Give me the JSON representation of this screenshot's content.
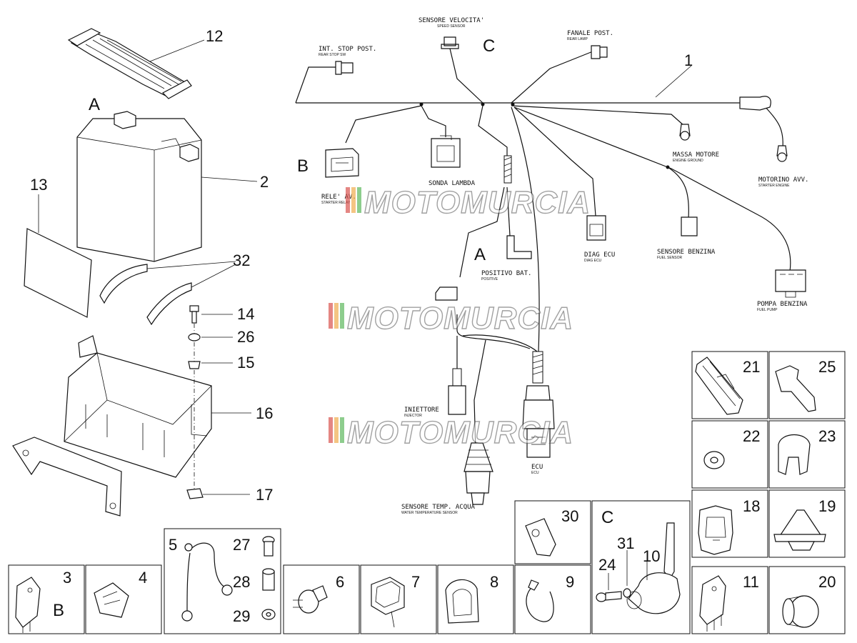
{
  "callouts": {
    "n1": "1",
    "n2": "2",
    "n3": "3",
    "n4": "4",
    "n5": "5",
    "n6": "6",
    "n7": "7",
    "n8": "8",
    "n9": "9",
    "n10": "10",
    "n11": "11",
    "n12": "12",
    "n13": "13",
    "n14": "14",
    "n15": "15",
    "n16": "16",
    "n17": "17",
    "n18": "18",
    "n19": "19",
    "n20": "20",
    "n21": "21",
    "n22": "22",
    "n23": "23",
    "n24": "24",
    "n25": "25",
    "n26": "26",
    "n27": "27",
    "n28": "28",
    "n29": "29",
    "n30": "30",
    "n31": "31",
    "n32": "32"
  },
  "letters": {
    "battery_a": "A",
    "relay_b": "B",
    "sensor_c": "C",
    "positive_a": "A",
    "box3_b": "B",
    "box10_c": "C"
  },
  "labels": {
    "speed_sensor": {
      "main": "SENSORE VELOCITA'",
      "sub": "SPEED SENSOR"
    },
    "rear_lamp": {
      "main": "FANALE POST.",
      "sub": "REAR LAMP"
    },
    "rear_stop": {
      "main": "INT. STOP POST.",
      "sub": "REAR STOP SW"
    },
    "engine_ground": {
      "main": "MASSA MOTORE",
      "sub": "ENGINE GROUND"
    },
    "starter_engine": {
      "main": "MOTORINO AVV.",
      "sub": "STARTER ENGINE"
    },
    "lambda": {
      "main": "SONDA LAMBDA"
    },
    "relay": {
      "main": "RELE' AV.",
      "sub": "STARTER RELAY"
    },
    "diag_ecu": {
      "main": "DIAG ECU",
      "sub": "DIAG ECU"
    },
    "fuel_sensor": {
      "main": "SENSORE BENZINA",
      "sub": "FUEL SENSOR"
    },
    "positive_bat": {
      "main": "POSITIVO BAT.",
      "sub": "POSITIVE"
    },
    "fuel_pump": {
      "main": "POMPA BENZINA",
      "sub": "FUEL PUMP"
    },
    "injector": {
      "main": "INIETTORE",
      "sub": "INJECTOR"
    },
    "ecu": {
      "main": "ECU",
      "sub": "ECU"
    },
    "water_temp": {
      "main": "SENSORE TEMP. ACQUA",
      "sub": "WATER TEMPERATURE SENSOR"
    }
  },
  "watermark": {
    "text": "MOTOMURCIA",
    "stripe_colors": [
      "#d9534f",
      "#f0ad4e",
      "#5cb85c"
    ]
  }
}
